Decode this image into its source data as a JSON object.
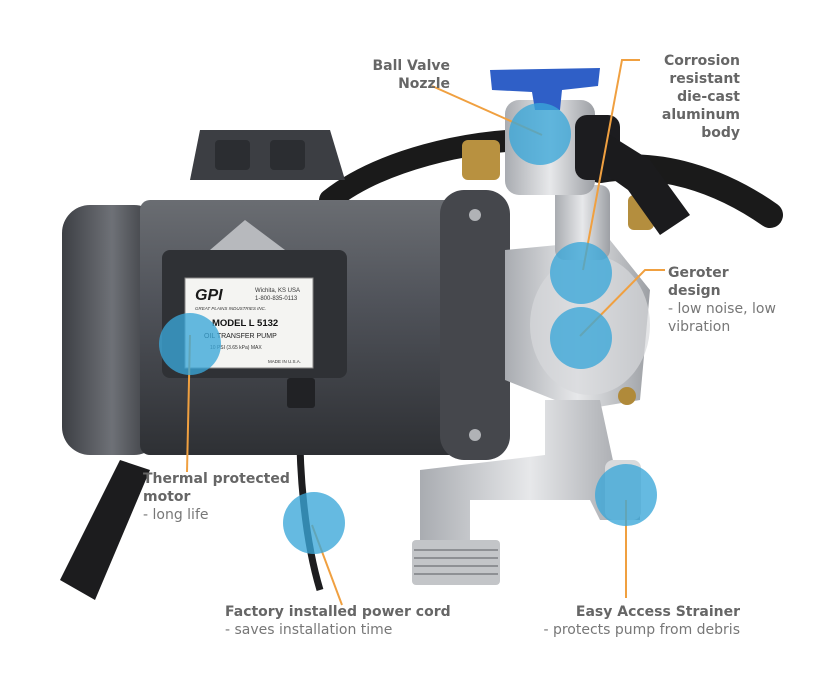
{
  "colors": {
    "accent_orange": "#f0a040",
    "hotspot_blue": "#3aa6d8",
    "text_gray": "#6b6b6b"
  },
  "product_label": {
    "brand": "GPI",
    "company": "GREAT PLAINS INDUSTRIES INC.",
    "location": "Wichita, KS USA",
    "phone": "1-800-835-0113",
    "model": "MODEL L 5132",
    "description": "OIL TRANSFER PUMP",
    "pressure": "10 PSI (3.65 kPa) MAX",
    "origin": "MADE IN U.S.A."
  },
  "annotations": {
    "ball_valve": {
      "title": "Ball Valve Nozzle",
      "subtitle": ""
    },
    "body": {
      "title": "Corrosion resistant die-cast aluminum body",
      "subtitle": ""
    },
    "geroter": {
      "title": "Geroter design",
      "subtitle": "- low noise, low vibration"
    },
    "motor": {
      "title": "Thermal protected motor",
      "subtitle": "- long life"
    },
    "power_cord": {
      "title": "Factory installed power cord",
      "subtitle": "- saves installation time"
    },
    "strainer": {
      "title": "Easy Access Strainer",
      "subtitle": "- protects pump from debris"
    }
  }
}
